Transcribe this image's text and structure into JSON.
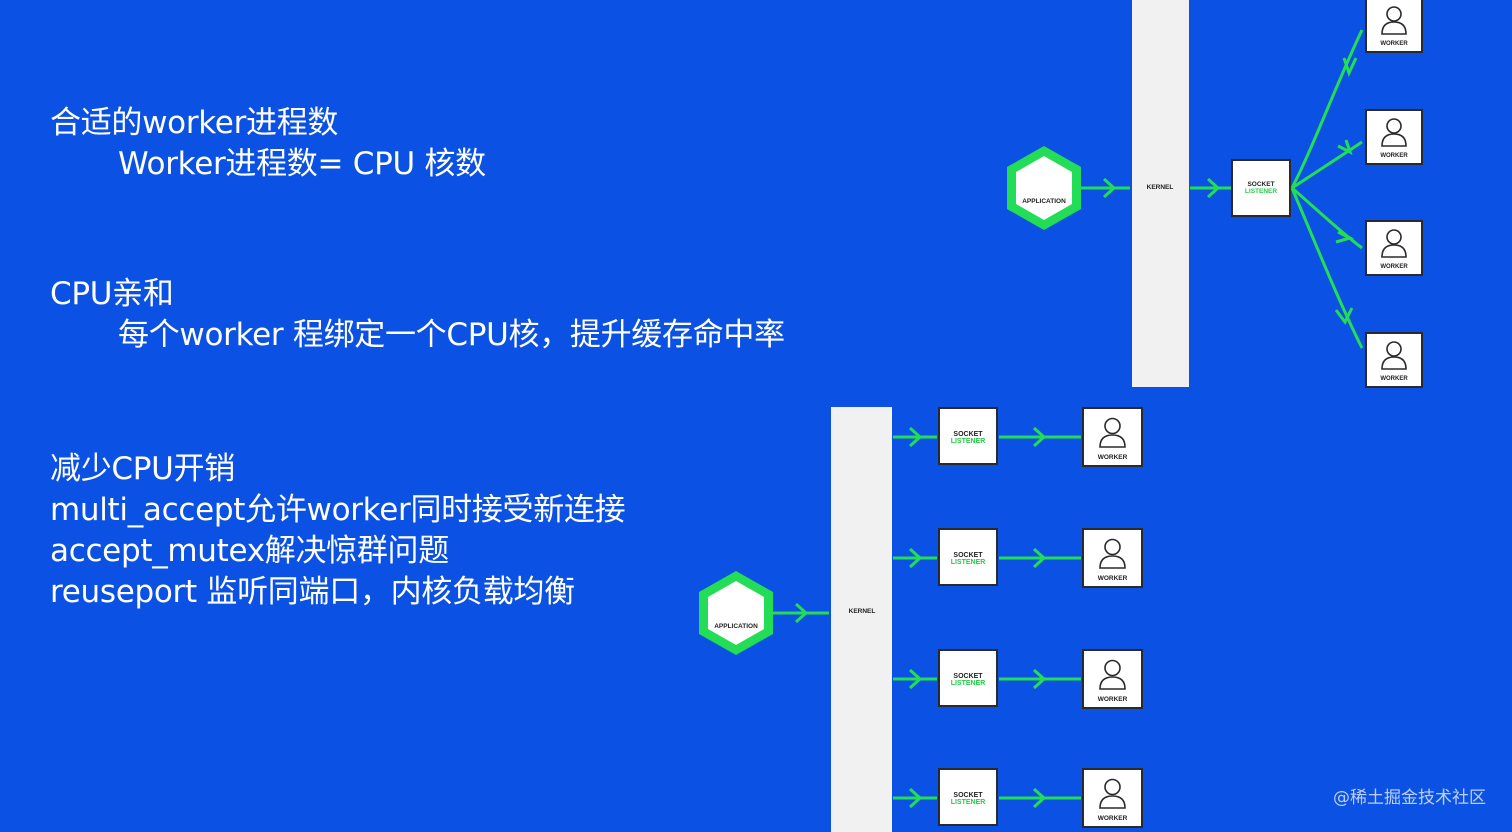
{
  "text": {
    "block1": {
      "heading": "合适的worker进程数",
      "detail": "Worker进程数= CPU 核数"
    },
    "block2": {
      "heading": "CPU亲和",
      "detail": "每个worker  程绑定一个CPU核，提升缓存命中率"
    },
    "block3": {
      "line1": "减少CPU开销",
      "line2": "multi_accept允许worker同时接受新连接",
      "line3": "accept_mutex解决惊群问题",
      "line4": "reuseport 监听同端口，内核负载均衡"
    }
  },
  "diagram": {
    "application_label": "APPLICATION",
    "kernel_label": "KERNEL",
    "socket_label_line1": "SOCKET",
    "socket_label_line2": "LISTENER",
    "worker_label": "WORKER",
    "accent_green": "#22dd55",
    "background_blue": "#0b51e3"
  },
  "watermark": "@稀土掘金技术社区"
}
